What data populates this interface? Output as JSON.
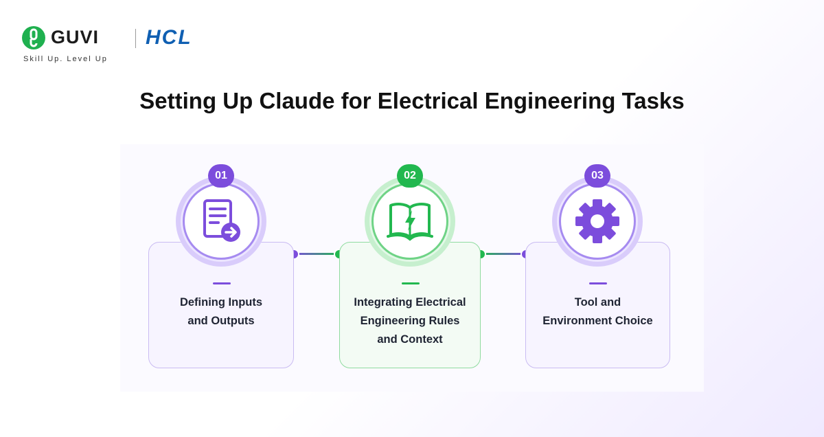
{
  "brand": {
    "name": "GUVI",
    "partner": "HCL",
    "tagline": "Skill Up. Level Up"
  },
  "title": "Setting Up Claude for Electrical Engineering Tasks",
  "colors": {
    "purple": "#7c4ddc",
    "green": "#22b84f",
    "text": "#1f2433"
  },
  "steps": [
    {
      "number": "01",
      "lines": [
        "Defining Inputs",
        "and Outputs"
      ],
      "icon": "document-arrow-icon",
      "theme": "purple"
    },
    {
      "number": "02",
      "lines": [
        "Integrating Electrical",
        "Engineering Rules",
        "and Context"
      ],
      "icon": "book-lightning-icon",
      "theme": "green"
    },
    {
      "number": "03",
      "lines": [
        "Tool and",
        "Environment Choice"
      ],
      "icon": "gear-icon",
      "theme": "purple"
    }
  ]
}
